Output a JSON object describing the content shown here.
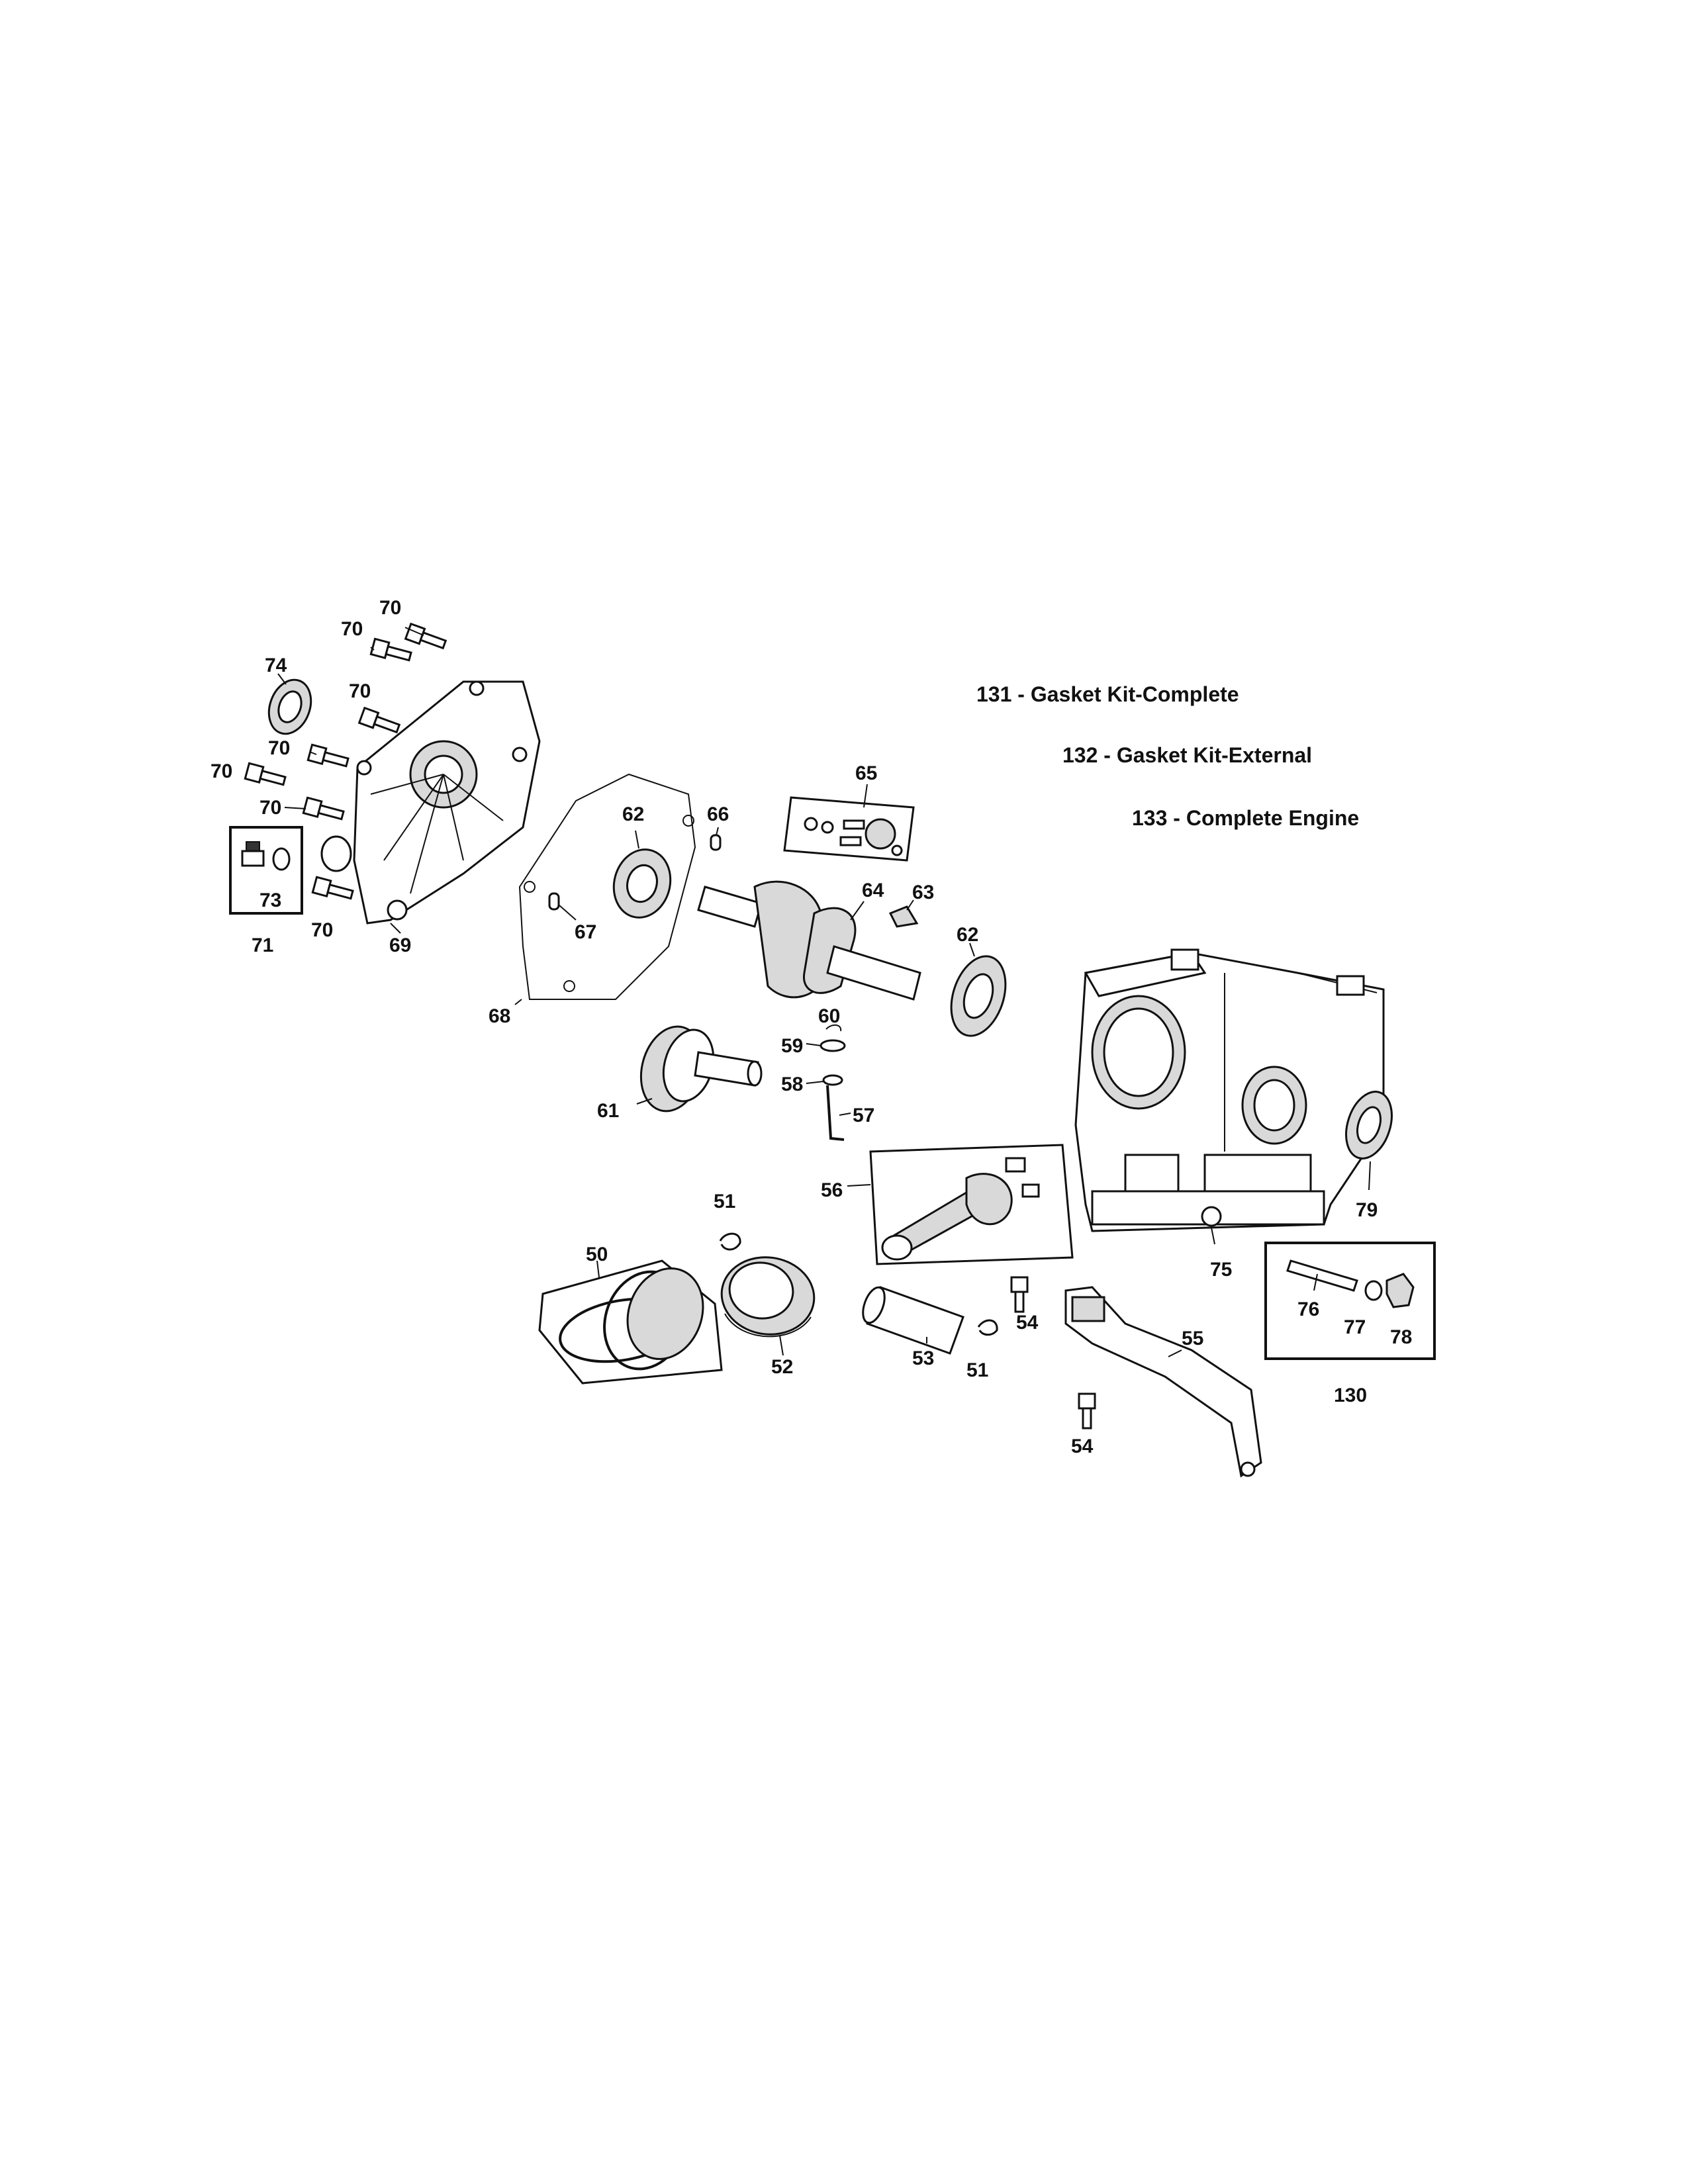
{
  "legend": [
    {
      "text": "131 - Gasket Kit-Complete"
    },
    {
      "text": "132 - Gasket Kit-External"
    },
    {
      "text": "133 - Complete Engine"
    }
  ],
  "callouts": {
    "c50": "50",
    "c51a": "51",
    "c51b": "51",
    "c52": "52",
    "c53": "53",
    "c54a": "54",
    "c54b": "54",
    "c55": "55",
    "c56": "56",
    "c57": "57",
    "c58": "58",
    "c59": "59",
    "c60": "60",
    "c61": "61",
    "c62a": "62",
    "c62b": "62",
    "c63": "63",
    "c64": "64",
    "c65": "65",
    "c66": "66",
    "c67": "67",
    "c68": "68",
    "c69": "69",
    "c70a": "70",
    "c70b": "70",
    "c70c": "70",
    "c70d": "70",
    "c70e": "70",
    "c70f": "70",
    "c70g": "70",
    "c71": "71",
    "c73": "73",
    "c74": "74",
    "c75": "75",
    "c76": "76",
    "c77": "77",
    "c78": "78",
    "c79": "79",
    "c130": "130"
  }
}
